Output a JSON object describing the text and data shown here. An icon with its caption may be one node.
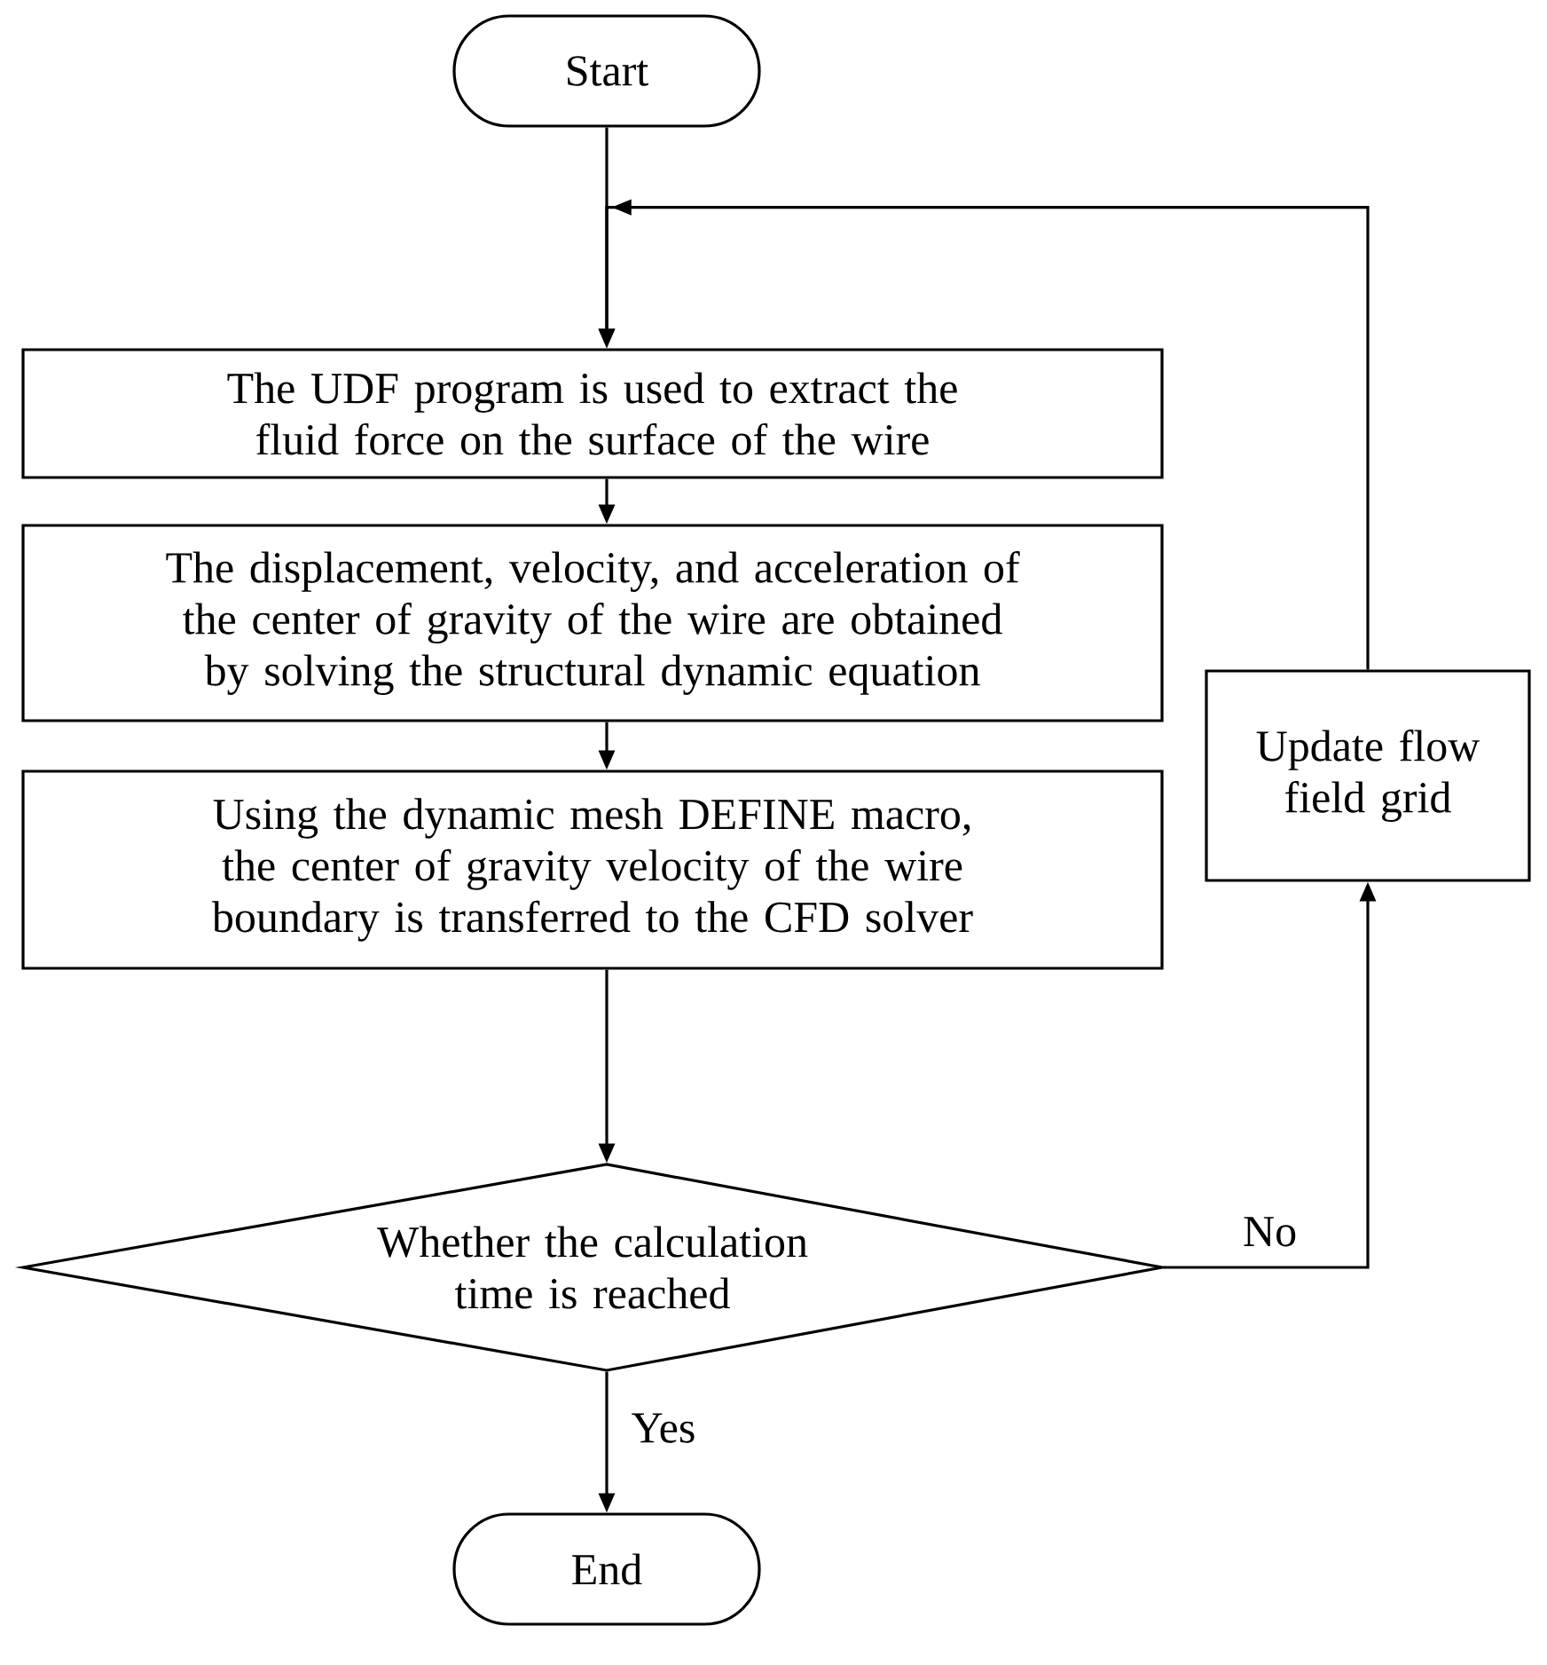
{
  "diagram": {
    "nodes": [
      {
        "text": [
          "Start"
        ]
      },
      {
        "text": [
          "The UDF program is used to extract the fluid force on the surface of the wire"
        ]
      },
      {
        "text": [
          "The displacement, velocity, and acceleration of the center of gravity of the wire are obtained by solving the structural dynamic equation"
        ]
      },
      {
        "text": [
          "Using the dynamic mesh DEFINE macro, the center of gravity velocity of the wire boundary is transferred to the CFD solver"
        ]
      },
      {
        "text": [
          "Whether the calculation time is reached"
        ]
      },
      {
        "text": [
          "Update flow field grid"
        ]
      },
      {
        "text": [
          "End"
        ]
      }
    ],
    "edges": [
      {
        "from": 0,
        "to": 1,
        "arrow": "to"
      },
      {
        "from": 1,
        "to": 2,
        "arrow": "to"
      },
      {
        "from": 2,
        "to": 3,
        "arrow": "to"
      },
      {
        "from": 3,
        "to": 4,
        "arrow": "to"
      },
      {
        "from": 4,
        "to": 5,
        "arrow": "to",
        "label": "No"
      },
      {
        "from": 5,
        "to": 1,
        "arrow": "to"
      },
      {
        "from": 4,
        "to": 6,
        "arrow": "to",
        "label": "Yes"
      }
    ]
  }
}
